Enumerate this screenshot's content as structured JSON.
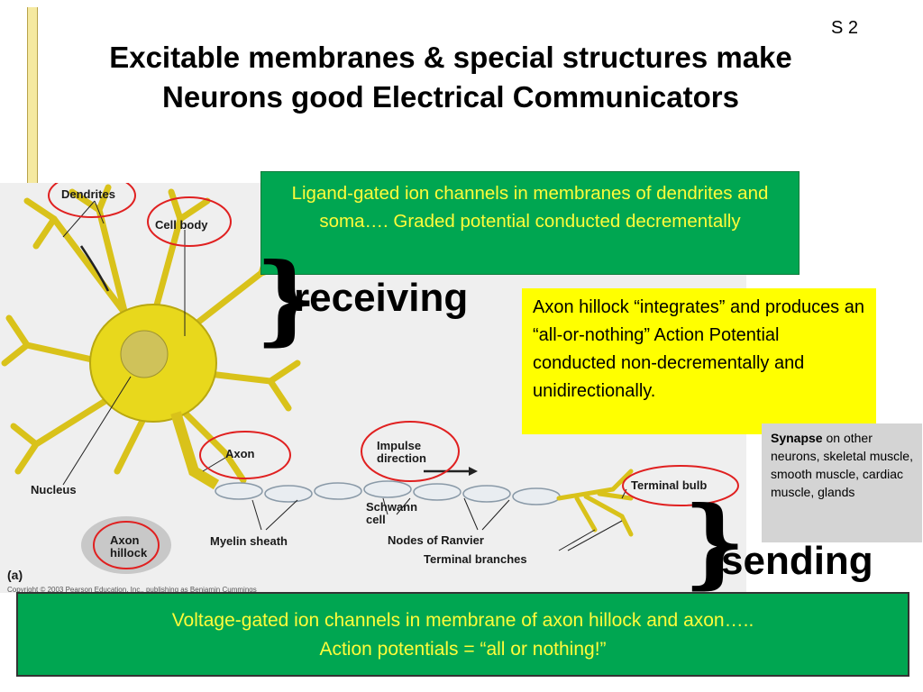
{
  "slide_number": "S 2",
  "title_line1": "Excitable membranes & special structures make",
  "title_line2": "Neurons good Electrical Communicators",
  "ligand_box": "Ligand-gated ion channels in membranes of dendrites and soma…. Graded potential conducted decrementally",
  "hillock_box": "Axon hillock “integrates” and produces an “all-or-nothing” Action Potential conducted non-decrementally and unidirectionally.",
  "synapse_bold": "Synapse",
  "synapse_rest": " on other neurons, skeletal muscle, smooth muscle, cardiac muscle, glands",
  "receiving": "receiving",
  "sending": "sending",
  "voltage_line1": "Voltage-gated ion channels in membrane of axon hillock and axon…..",
  "voltage_line2": "Action potentials = “all or nothing!”",
  "diagram_labels": {
    "dendrites": "Dendrites",
    "cell_body": "Cell body",
    "axon": "Axon",
    "impulse_direction": "Impulse direction",
    "nucleus": "Nucleus",
    "axon_hillock": "Axon hillock",
    "myelin_sheath": "Myelin sheath",
    "schwann_cell": "Schwann cell",
    "nodes_of_ranvier": "Nodes of Ranvier",
    "terminal_bulb": "Terminal bulb",
    "terminal_branches": "Terminal branches",
    "panel": "(a)",
    "copyright": "Copyright © 2003 Pearson Education, Inc., publishing as Benjamin Cummings"
  },
  "colors": {
    "green_box": "#00a651",
    "yellow_text": "#fffc3a",
    "yellow_box": "#ffff00",
    "highlight_ring": "#e02020",
    "neuron": "#e8d81c"
  }
}
